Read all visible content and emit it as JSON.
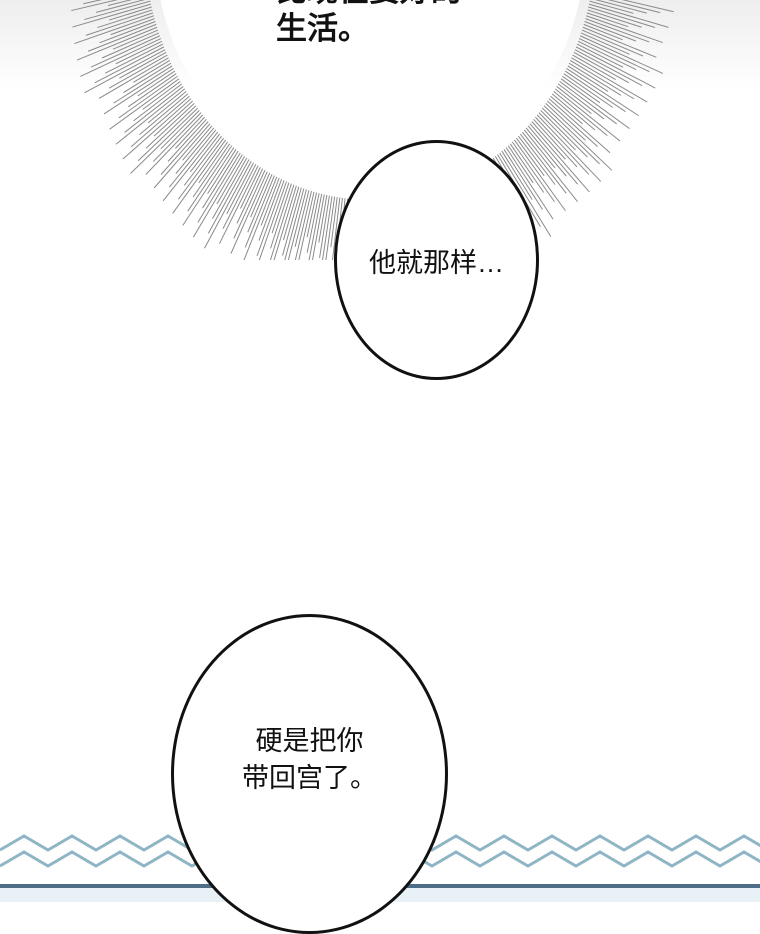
{
  "panel": {
    "top_text_lines": [
      "比现在要好的",
      "生活。"
    ],
    "bubble1_lines": [
      "他就那样…"
    ],
    "bubble2_lines": [
      "硬是把你",
      "带回宫了。"
    ]
  },
  "colors": {
    "ink": "#111111",
    "burst_lines": "#8a8a8a",
    "zigzag": "#8fb6c6",
    "zigzag_dark": "#4d6e86"
  }
}
